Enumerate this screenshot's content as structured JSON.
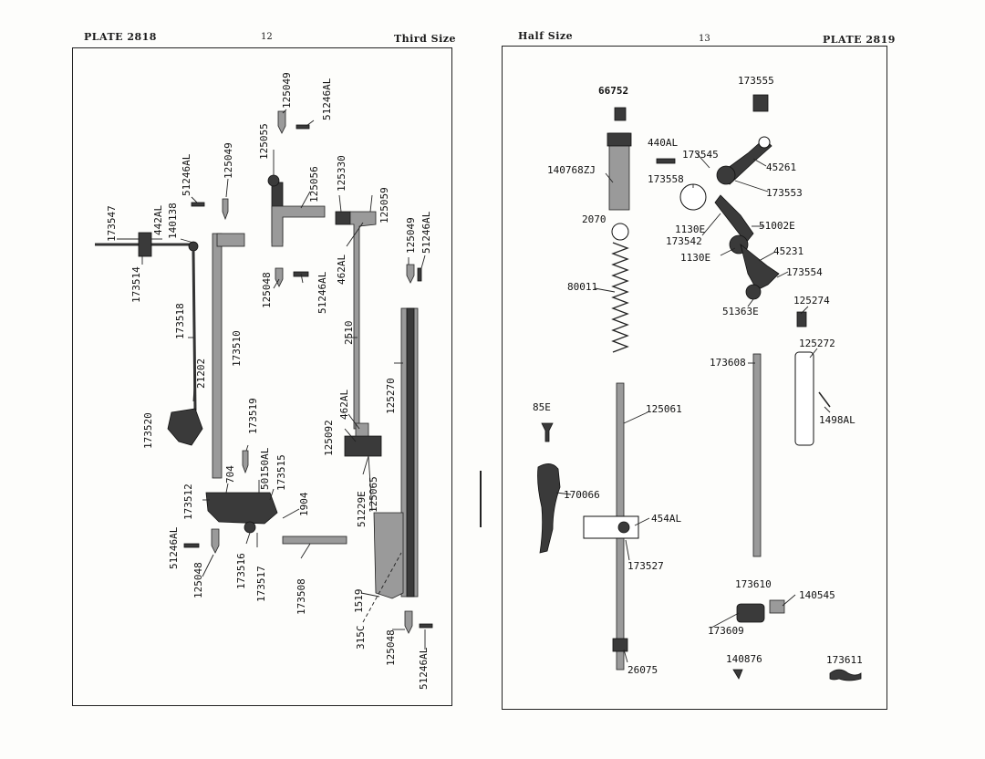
{
  "left_page": {
    "plate": "PLATE 2818",
    "page_number": "12",
    "size_note": "Third Size",
    "labels": {
      "p173547": "173547",
      "p442AL": "442AL",
      "p140138": "140138",
      "p51246AL_a": "51246AL",
      "p125049_a": "125049",
      "p125055": "125055",
      "p125049_b": "125049",
      "p51246AL_b": "51246AL",
      "p125056": "125056",
      "p125330": "125330",
      "p125059": "125059",
      "p125049_c": "125049",
      "p51246AL_c": "51246AL",
      "p462AL_a": "462AL",
      "p173514": "173514",
      "p173518": "173518",
      "p173510": "173510",
      "p125048_a": "125048",
      "p51246AL_d": "51246AL",
      "p2510": "2510",
      "p21202": "21202",
      "p173520": "173520",
      "p173519": "173519",
      "p462AL_b": "462AL",
      "p125270": "125270",
      "p125092": "125092",
      "p704": "704",
      "p50150AL": "50150AL",
      "p173515": "173515",
      "p173512": "173512",
      "p51229E": "51229E",
      "p125065": "125065",
      "p51246AL_e": "51246AL",
      "p125048_b": "125048",
      "p173516": "173516",
      "p173517": "173517",
      "p1904": "1904",
      "p173508": "173508",
      "p1519": "1519",
      "p315C": "315C",
      "p125048_c": "125048",
      "p51246AL_f": "51246AL"
    }
  },
  "right_page": {
    "size_note": "Half Size",
    "page_number": "13",
    "plate": "PLATE 2819",
    "labels": {
      "p66752": "66752",
      "p173555": "173555",
      "p440AL": "440AL",
      "p173545": "173545",
      "p45261": "45261",
      "p140768ZJ": "140768ZJ",
      "p173558": "173558",
      "p173553": "173553",
      "p2070": "2070",
      "p1130E_a": "1130E",
      "p51002E": "51002E",
      "p173542": "173542",
      "p45231": "45231",
      "p1130E_b": "1130E",
      "p173554": "173554",
      "p80011": "80011",
      "p125274": "125274",
      "p51363E": "51363E",
      "p125272": "125272",
      "p173608": "173608",
      "p85E": "85E",
      "p125061": "125061",
      "p1498AL": "1498AL",
      "p170066": "170066",
      "p454AL": "454AL",
      "p173527": "173527",
      "p173610": "173610",
      "p140545": "140545",
      "p173609": "173609",
      "p140876": "140876",
      "p173611": "173611",
      "p26075": "26075"
    }
  }
}
